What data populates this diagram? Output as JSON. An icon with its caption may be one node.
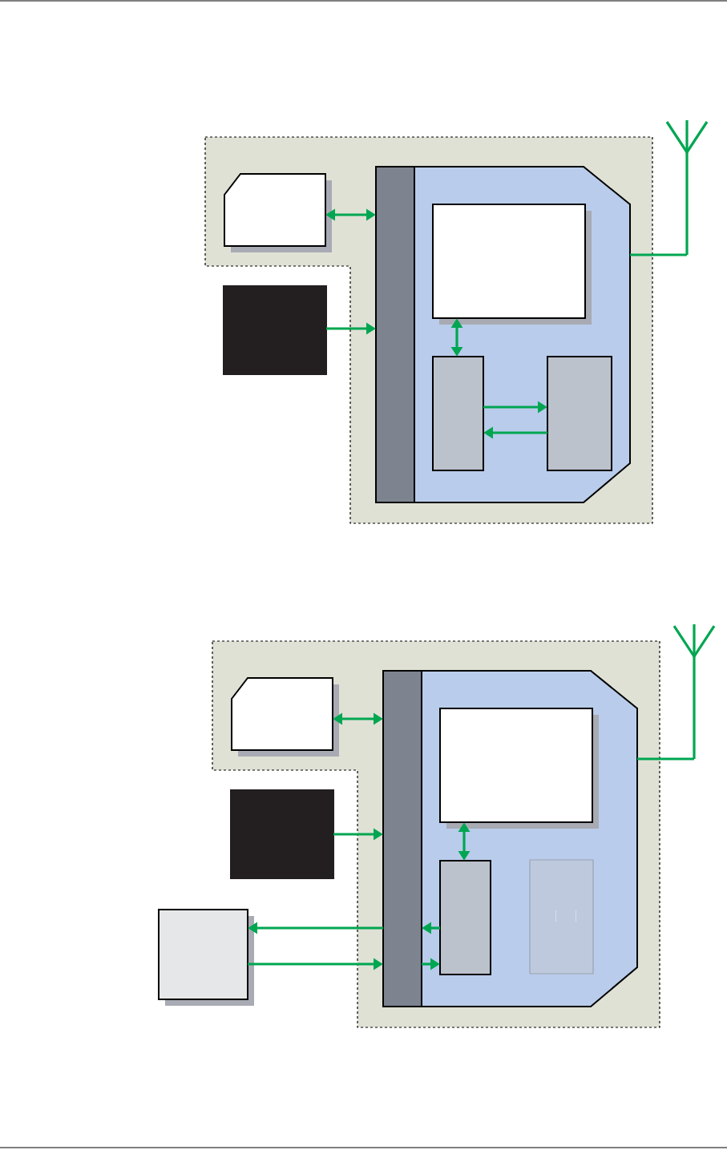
{
  "diagram": {
    "nodes": [
      {
        "text": [],
        "shape": "box"
      },
      {
        "text": [],
        "shape": "card",
        "in": 0
      },
      {
        "text": [],
        "shape": "box"
      },
      {
        "text": [],
        "shape": "box",
        "in": 0
      },
      {
        "text": [],
        "shape": "bar",
        "in": 3
      },
      {
        "text": [],
        "shape": "box",
        "in": 3
      },
      {
        "text": [],
        "shape": "box",
        "in": 3
      },
      {
        "text": [],
        "shape": "box",
        "in": 3
      },
      {
        "text": [],
        "shape": "antenna"
      },
      {
        "text": [],
        "shape": "box"
      },
      {
        "text": [],
        "shape": "card",
        "in": 9
      },
      {
        "text": [],
        "shape": "box"
      },
      {
        "text": [],
        "shape": "box",
        "in": 9
      },
      {
        "text": [],
        "shape": "bar",
        "in": 12
      },
      {
        "text": [],
        "shape": "box",
        "in": 12
      },
      {
        "text": [],
        "shape": "box",
        "in": 12
      },
      {
        "text": [],
        "shape": "box",
        "in": 12
      },
      {
        "text": [],
        "shape": "antenna"
      },
      {
        "text": [],
        "shape": "box"
      }
    ],
    "edges": [
      {
        "from": 1,
        "to": 4,
        "arrow": "both"
      },
      {
        "from": 2,
        "to": 4,
        "arrow": "to"
      },
      {
        "from": 5,
        "to": 6,
        "arrow": "both"
      },
      {
        "from": 6,
        "to": 7,
        "arrow": "to"
      },
      {
        "from": 7,
        "to": 6,
        "arrow": "to"
      },
      {
        "from": 3,
        "to": 8,
        "arrow": "none"
      },
      {
        "from": 10,
        "to": 13,
        "arrow": "both"
      },
      {
        "from": 11,
        "to": 13,
        "arrow": "to"
      },
      {
        "from": 14,
        "to": 15,
        "arrow": "both"
      },
      {
        "from": 13,
        "to": 18,
        "arrow": "to"
      },
      {
        "from": 18,
        "to": 13,
        "arrow": "to"
      },
      {
        "from": 15,
        "to": 13,
        "arrow": "to"
      },
      {
        "from": 13,
        "to": 15,
        "arrow": "to"
      },
      {
        "from": 12,
        "to": 17,
        "arrow": "none"
      }
    ]
  }
}
